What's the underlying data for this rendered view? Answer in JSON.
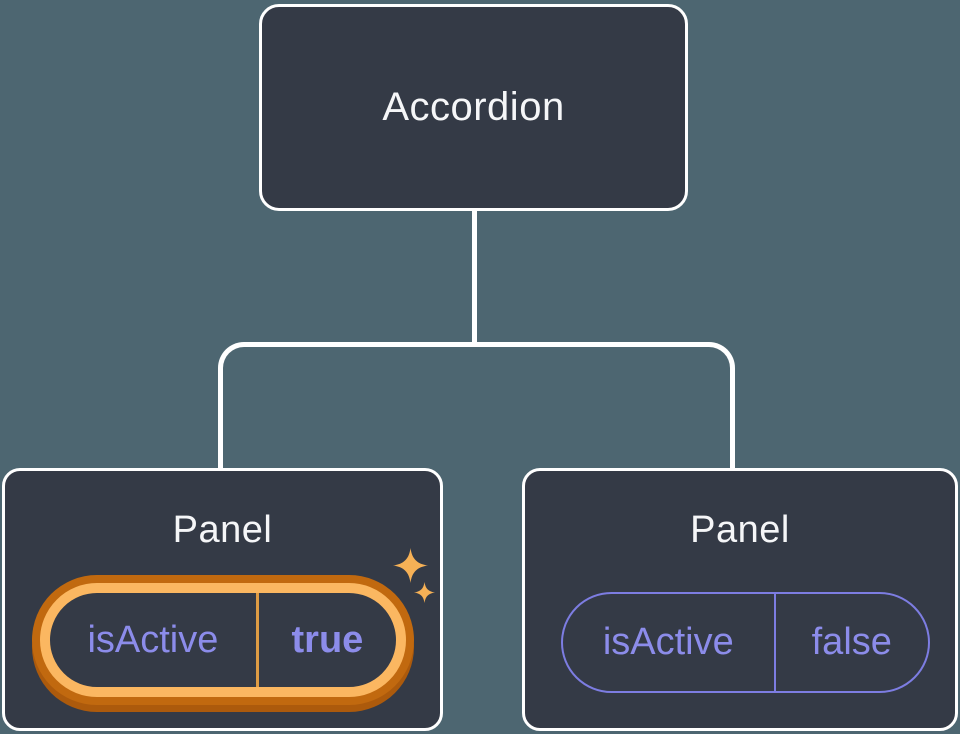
{
  "diagram": {
    "description": "Component tree: Accordion root with two Panel children and their isActive props",
    "root": {
      "label": "Accordion"
    },
    "children": [
      {
        "label": "Panel",
        "prop": {
          "name": "isActive",
          "value": "true"
        },
        "highlighted": true,
        "decoration": "gold-ring-with-sparkles"
      },
      {
        "label": "Panel",
        "prop": {
          "name": "isActive",
          "value": "false"
        },
        "highlighted": false,
        "decoration": "none"
      }
    ]
  },
  "colors": {
    "background": "#4D6671",
    "node_fill": "#343A46",
    "node_border": "#FFFFFF",
    "node_text": "#F5F6F8",
    "prop_text": "#8C8CEA",
    "prop_outline_purple": "#7D7DE2",
    "highlight_gold": "#FBB761",
    "highlight_dark_orange": "#C1690F",
    "highlight_divider": "#DF9C44",
    "sparkle_gold": "#F6B156",
    "connector": "#FFFFFF"
  }
}
